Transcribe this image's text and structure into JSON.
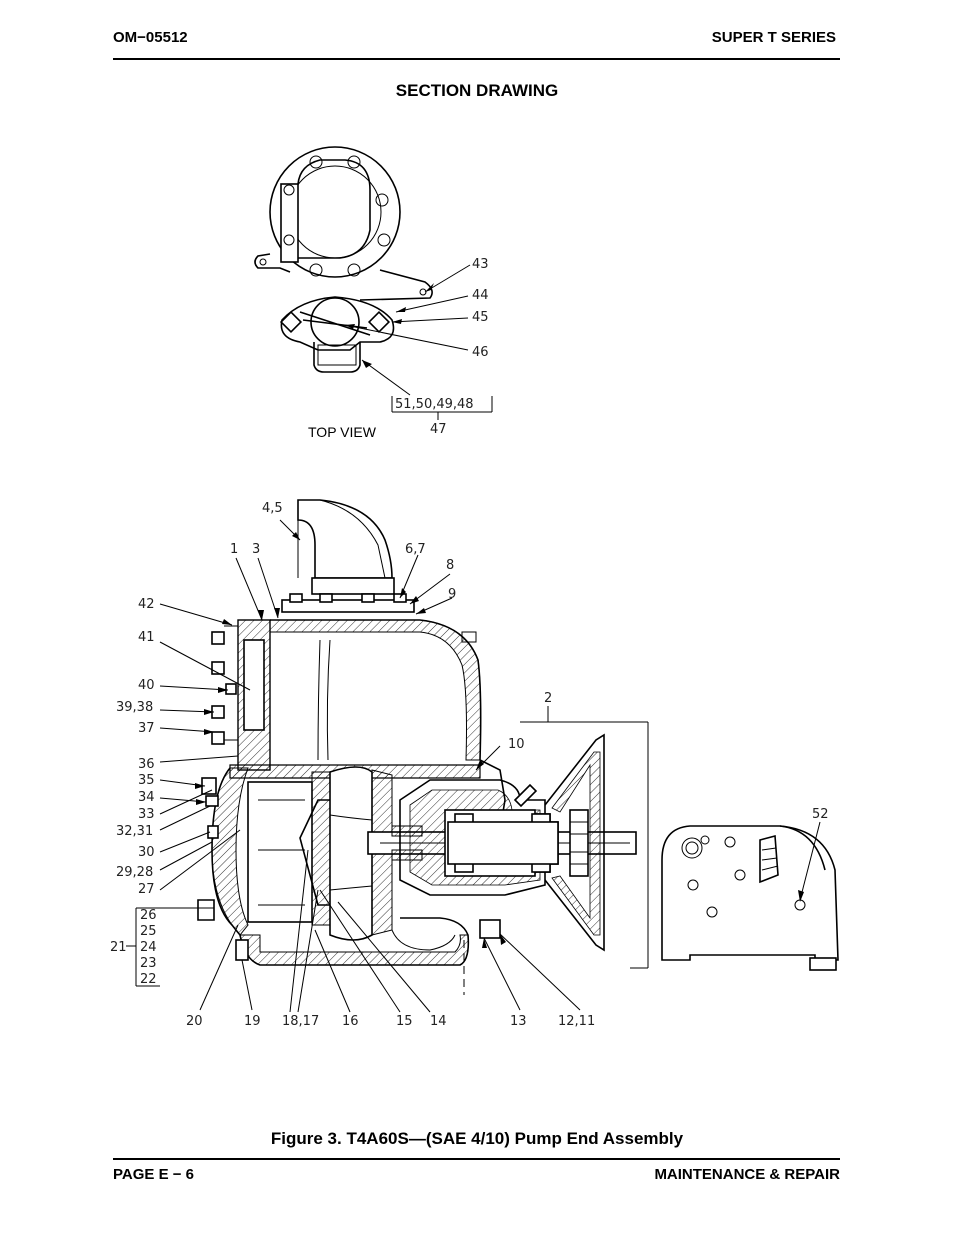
{
  "header": {
    "doc_number": "OM−05512",
    "series": "SUPER T SERIES"
  },
  "section_title": "SECTION DRAWING",
  "top_view": {
    "label": "TOP VIEW",
    "callouts": [
      "43",
      "44",
      "45",
      "46",
      "51,50,49,48",
      "47"
    ]
  },
  "section_view": {
    "callouts_top": [
      "4,5",
      "1",
      "3",
      "6,7",
      "8",
      "9",
      "42",
      "41",
      "40",
      "39,38",
      "37",
      "36",
      "35",
      "34",
      "33",
      "32,31",
      "30",
      "29,28",
      "27",
      "2",
      "10",
      "52"
    ],
    "callouts_bracket": [
      "26",
      "25",
      "24",
      "23",
      "22"
    ],
    "bracket_parent": "21",
    "callouts_bottom": [
      "20",
      "19",
      "18,17",
      "16",
      "15",
      "14",
      "13",
      "12,11"
    ]
  },
  "caption": "Figure 3.  T4A60S—(SAE 4/10) Pump End Assembly",
  "footer": {
    "page": "PAGE E − 6",
    "section": "MAINTENANCE & REPAIR"
  }
}
